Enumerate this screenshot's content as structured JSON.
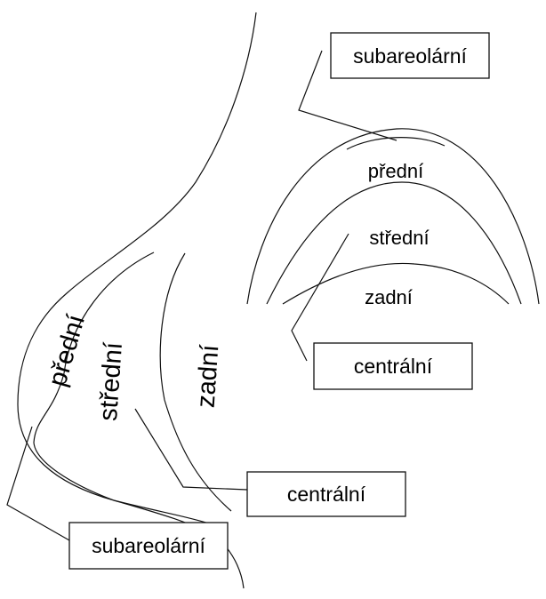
{
  "side_view": {
    "zones": {
      "anterior": "přední",
      "middle": "střední",
      "posterior": "zadní"
    },
    "callouts": {
      "central": "centrální",
      "subareolar": "subareolární"
    }
  },
  "front_view": {
    "zones": {
      "anterior": "přední",
      "middle": "střední",
      "posterior": "zadní"
    },
    "callouts": {
      "central": "centrální",
      "subareolar": "subareolární"
    }
  },
  "colors": {
    "stroke": "#111111",
    "text": "#000000",
    "background": "#ffffff"
  }
}
